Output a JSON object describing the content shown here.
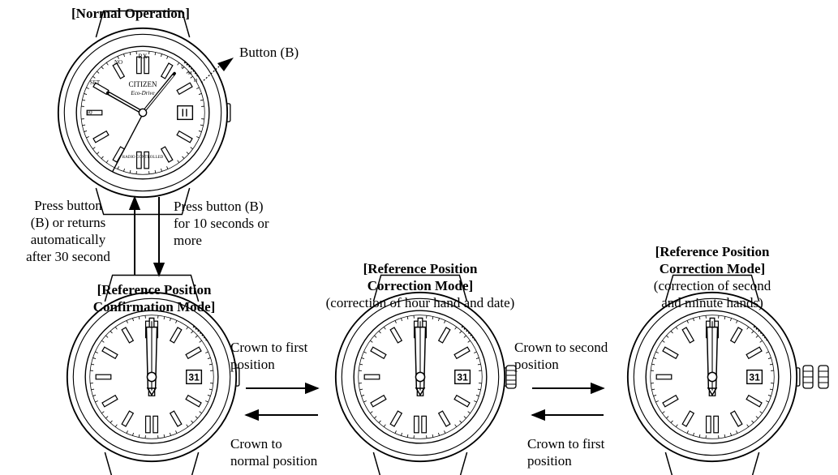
{
  "top": {
    "title": "[Normal Operation]",
    "button_label": "Button (B)"
  },
  "watch": {
    "brand": "CITIZEN",
    "model": "Eco-Drive",
    "caption": "RADIO CONTROLLED",
    "markers": [
      "RX",
      "NO",
      "SET",
      "±0",
      "L",
      "M",
      "H"
    ]
  },
  "flow": {
    "up_label": [
      "Press button",
      "(B) or returns",
      "automatically",
      "after 30 second"
    ],
    "down_label": [
      "Press button (B)",
      "for 10 seconds or",
      "more"
    ],
    "right1_label": [
      "Crown to first",
      "position"
    ],
    "left1_label": [
      "Crown to",
      "normal position"
    ],
    "right2_label": [
      "Crown to second",
      "position"
    ],
    "left2_label": [
      "Crown to first",
      "position"
    ]
  },
  "modes": {
    "confirm": {
      "title": [
        "[Reference Position",
        "Confirmation Mode]"
      ]
    },
    "hour": {
      "title": [
        "[Reference Position",
        "Correction Mode]"
      ],
      "subtitle": "(correction of hour hand and date)"
    },
    "second": {
      "title": [
        "[Reference Position",
        "Correction Mode]"
      ],
      "subtitles": [
        "(correction of second",
        "and minute hands)"
      ]
    }
  }
}
